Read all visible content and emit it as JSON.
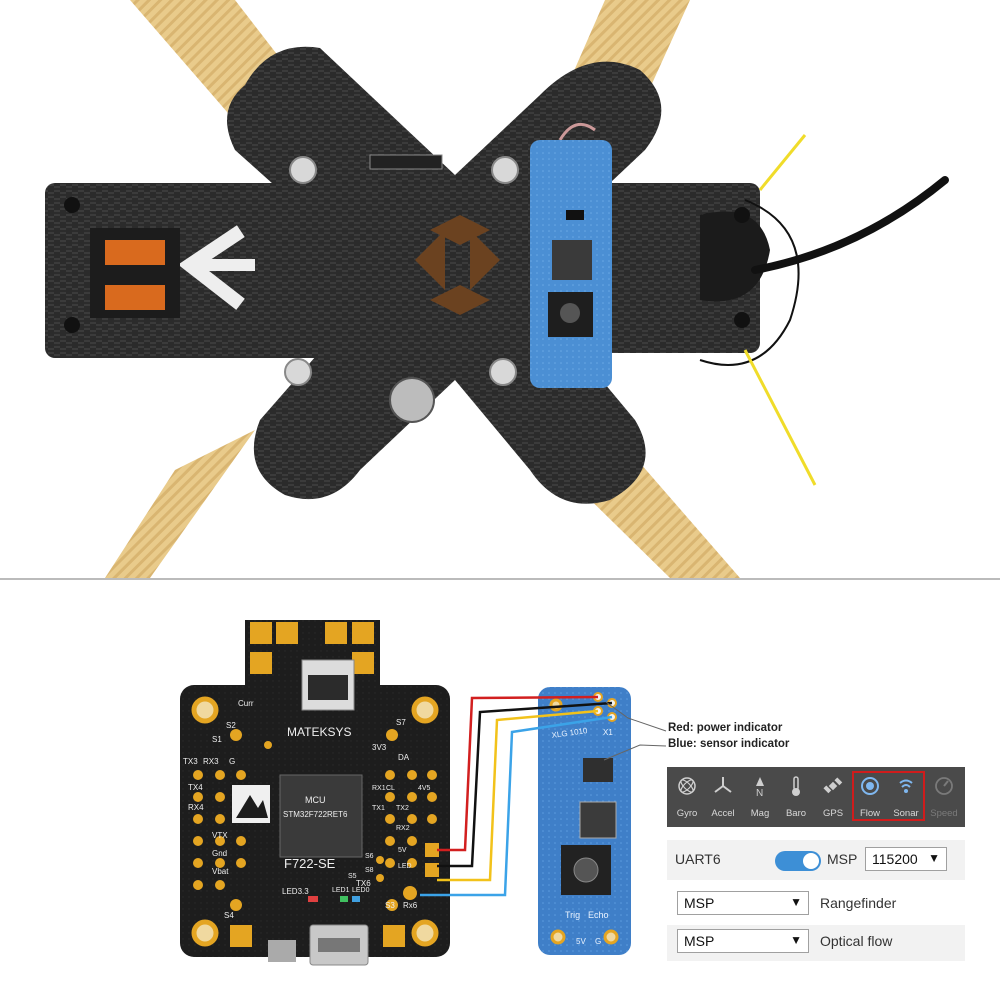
{
  "annotations": {
    "red_note": "Red: power indicator",
    "blue_note": "Blue: sensor indicator"
  },
  "fc_board": {
    "brand": "MATEKSYS",
    "model": "F722-SE",
    "mcu_label": "MCU",
    "mcu_part": "STM32F722RET6",
    "pad_labels": [
      "Curr",
      "S2",
      "S1",
      "S3",
      "S4",
      "S5",
      "S6",
      "S7",
      "S8",
      "Rx6",
      "TX6",
      "RX3",
      "TX3",
      "G",
      "3V3",
      "TX2",
      "RX2",
      "4V5",
      "5V",
      "VTX",
      "Gnd",
      "Vbat",
      "LED",
      "DA",
      "CL",
      "RX1",
      "TX1",
      "RX4",
      "TX4",
      "LED3.3",
      "LED1",
      "LED0"
    ]
  },
  "sensor_board": {
    "top_labels": [
      "XLG 1010",
      "X1"
    ],
    "bottom_labels": [
      "Trig",
      "Echo",
      "5V",
      "G"
    ]
  },
  "wires": {
    "colors": [
      "#d21f1f",
      "#111111",
      "#f2c21a",
      "#3ba3e8"
    ]
  },
  "configurator": {
    "sensors": [
      {
        "label": "Gyro",
        "icon": "gyro-icon"
      },
      {
        "label": "Accel",
        "icon": "accel-icon"
      },
      {
        "label": "Mag",
        "icon": "mag-icon",
        "glyph": "N"
      },
      {
        "label": "Baro",
        "icon": "baro-icon"
      },
      {
        "label": "GPS",
        "icon": "gps-icon"
      },
      {
        "label": "Flow",
        "icon": "flow-icon"
      },
      {
        "label": "Sonar",
        "icon": "sonar-icon"
      },
      {
        "label": "Speed",
        "icon": "speed-icon"
      }
    ],
    "uart": {
      "port": "UART6",
      "protocol": "MSP",
      "baud": "115200",
      "toggle_on": true
    },
    "functions": [
      {
        "value": "MSP",
        "label": "Rangefinder"
      },
      {
        "value": "MSP",
        "label": "Optical flow"
      }
    ],
    "colors": {
      "bar_bg": "#4a4a4a",
      "highlight": "#d01c1c",
      "toggle": "#3d8fd6"
    }
  }
}
